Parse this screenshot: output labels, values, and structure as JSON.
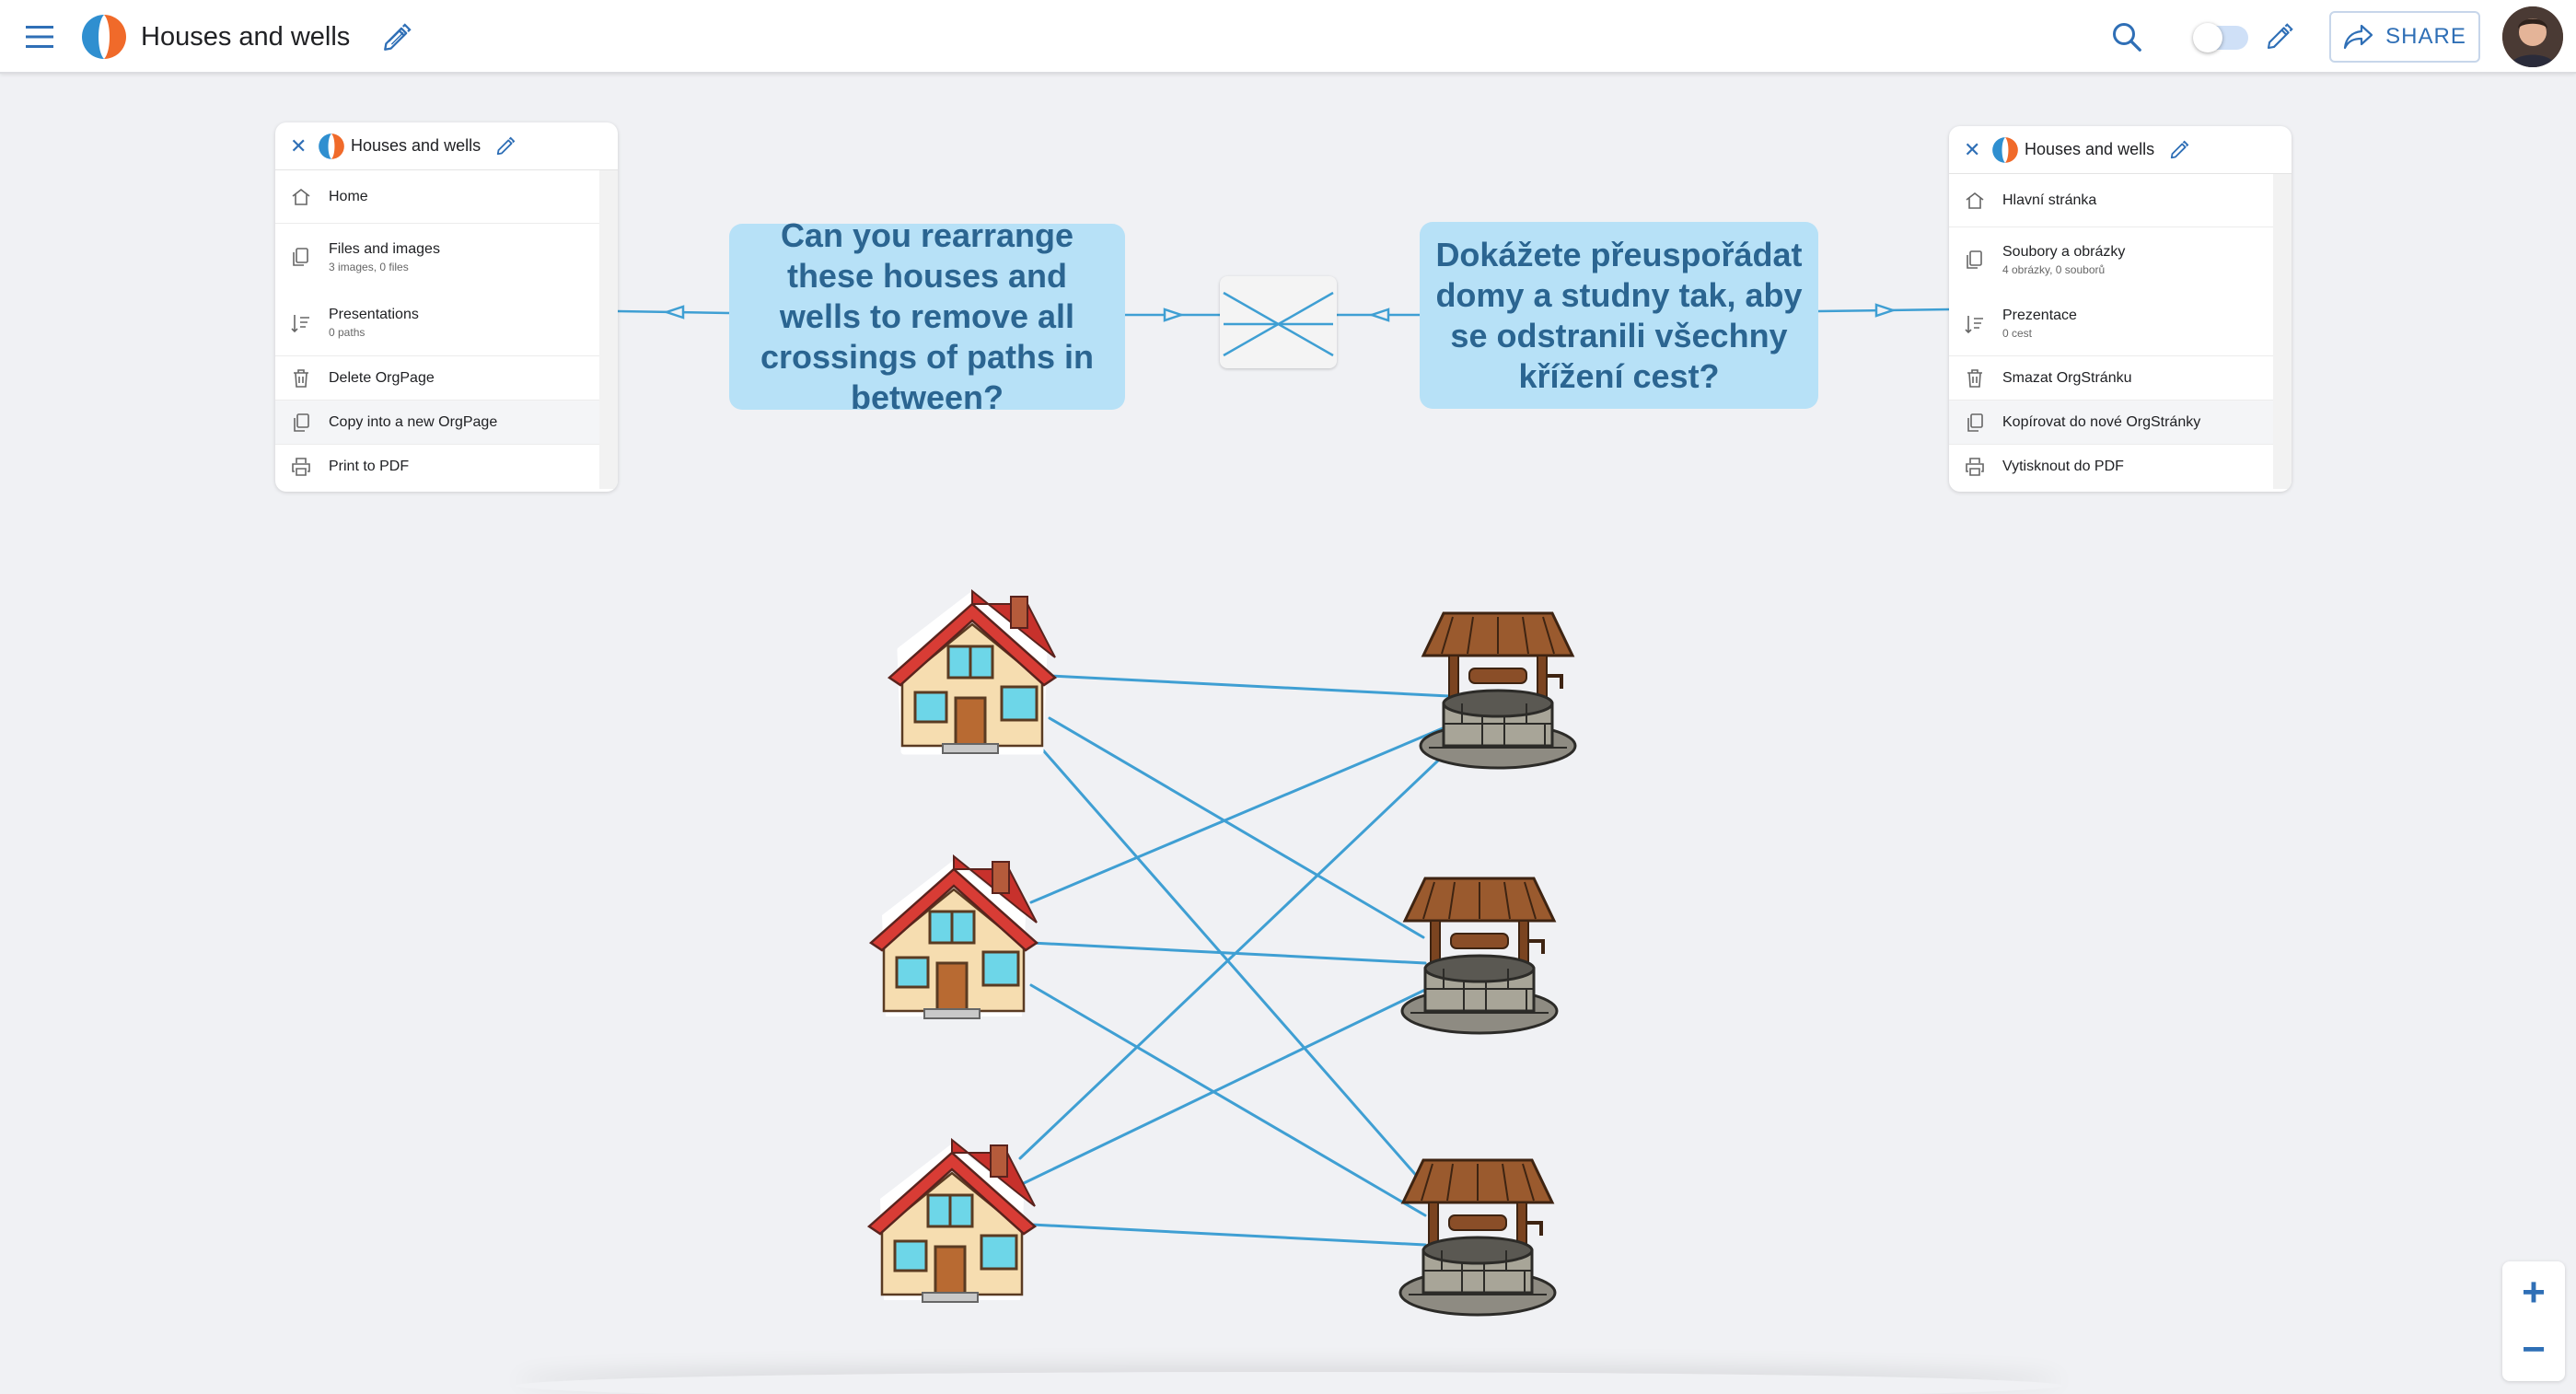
{
  "header": {
    "title": "Houses and wells",
    "share_label": "SHARE"
  },
  "menu_en": {
    "title": "Houses and wells",
    "items": [
      {
        "label": "Home",
        "sub": ""
      },
      {
        "label": "Files and images",
        "sub": "3 images, 0 files"
      },
      {
        "label": "Presentations",
        "sub": "0 paths"
      },
      {
        "label": "Delete OrgPage",
        "sub": ""
      },
      {
        "label": "Copy into a new OrgPage",
        "sub": ""
      },
      {
        "label": "Print to PDF",
        "sub": ""
      }
    ]
  },
  "menu_cs": {
    "title": "Houses and wells",
    "items": [
      {
        "label": "Hlavní stránka",
        "sub": ""
      },
      {
        "label": "Soubory a obrázky",
        "sub": "4 obrázky, 0 souborů"
      },
      {
        "label": "Prezentace",
        "sub": "0 cest"
      },
      {
        "label": "Smazat OrgStránku",
        "sub": ""
      },
      {
        "label": "Kopírovat do nové OrgStránky",
        "sub": ""
      },
      {
        "label": "Vytisknout do PDF",
        "sub": ""
      }
    ]
  },
  "bubbles": {
    "english": "Can you rearrange these houses and wells to remove all crossings of paths in between?",
    "czech": "Dokážete přeuspořádat domy a studny tak, aby se odstranili všechny křížení cest?"
  },
  "zoom": {
    "in_label": "+",
    "out_label": "−"
  },
  "colors": {
    "accent": "#2f6fb6",
    "bubble_bg": "#b7e1f7",
    "bubble_text": "#2b6591",
    "path_line": "#3f9fd3"
  }
}
